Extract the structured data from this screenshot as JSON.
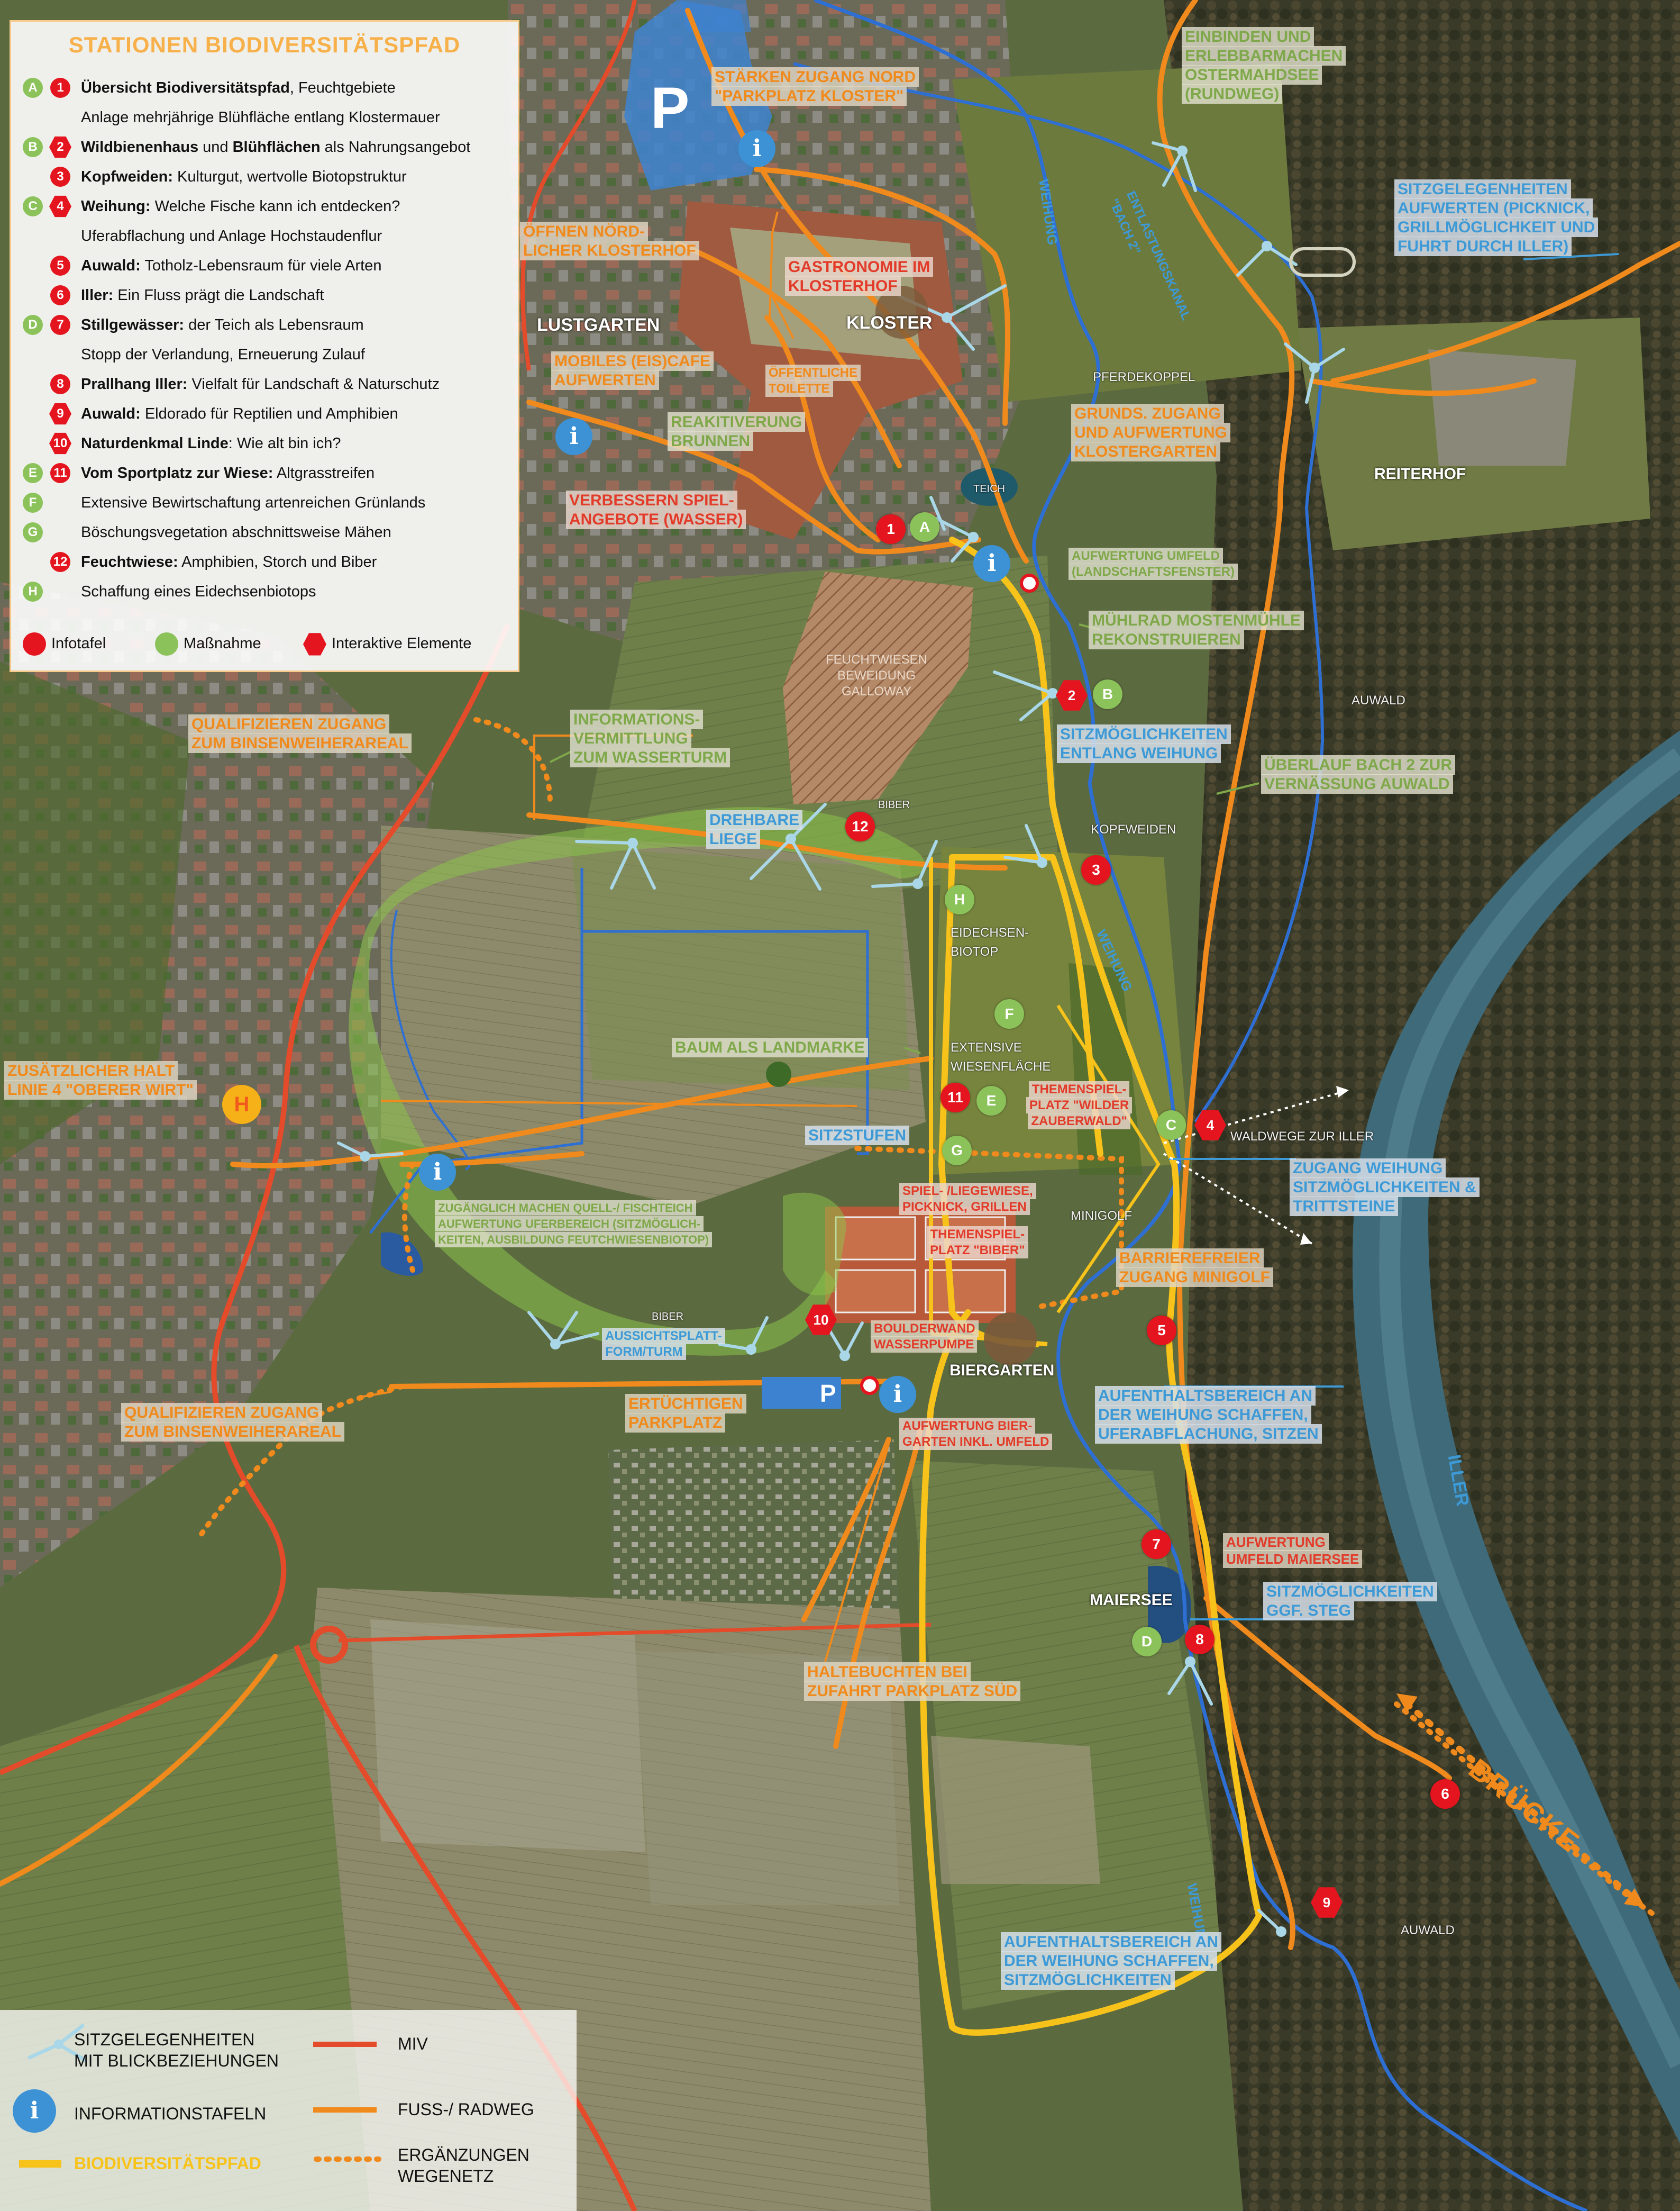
{
  "legend": {
    "title": "STATIONEN BIODIVERSITÄTSPFAD",
    "stations": [
      {
        "green": "A",
        "red": "1",
        "bold": "Übersicht Biodiversitätspfad",
        "text": ", Feuchtgebiete"
      },
      {
        "green": "",
        "red": "",
        "bold": "",
        "text": "Anlage mehrjährige Blühfläche entlang Klostermauer"
      },
      {
        "green": "B",
        "red": "2",
        "hex": true,
        "bold": "Wildbienenhaus",
        "text": " und ",
        "bold2": "Blühflächen",
        "text2": " als Nahrungsangebot"
      },
      {
        "green": "",
        "red": "3",
        "bold": "Kopfweiden:",
        "text": " Kulturgut, wertvolle Biotopstruktur"
      },
      {
        "green": "C",
        "red": "4",
        "hex": true,
        "bold": "Weihung:",
        "text": " Welche Fische kann ich entdecken?"
      },
      {
        "green": "",
        "red": "",
        "bold": "",
        "text": "Uferabflachung und Anlage Hochstaudenflur"
      },
      {
        "green": "",
        "red": "5",
        "bold": "Auwald:",
        "text": " Totholz-Lebensraum für viele Arten"
      },
      {
        "green": "",
        "red": "6",
        "bold": "Iller:",
        "text": " Ein Fluss prägt die Landschaft"
      },
      {
        "green": "D",
        "red": "7",
        "bold": "Stillgewässer:",
        "text": " der Teich als Lebensraum"
      },
      {
        "green": "",
        "red": "",
        "bold": "",
        "text": "Stopp der Verlandung, Erneuerung Zulauf"
      },
      {
        "green": "",
        "red": "8",
        "bold": "Prallhang Iller:",
        "text": " Vielfalt für Landschaft & Naturschutz"
      },
      {
        "green": "",
        "red": "9",
        "hex": true,
        "bold": "Auwald:",
        "text": " Eldorado für Reptilien und Amphibien"
      },
      {
        "green": "",
        "red": "10",
        "hex": true,
        "bold": "Naturdenkmal Linde",
        "text": ": Wie alt bin ich?"
      },
      {
        "green": "E",
        "red": "11",
        "bold": "Vom Sportplatz zur Wiese:",
        "text": " Altgrasstreifen"
      },
      {
        "green": "F",
        "red": "",
        "bold": "",
        "text": "Extensive Bewirtschaftung artenreichen Grünlands"
      },
      {
        "green": "G",
        "red": "",
        "bold": "",
        "text": "Böschungsvegetation abschnittsweise Mähen"
      },
      {
        "green": "",
        "red": "12",
        "bold": "Feuchtwiese:",
        "text": " Amphibien, Storch und Biber"
      },
      {
        "green": "H",
        "red": "",
        "bold": "",
        "text": "Schaffung eines Eidechsenbiotops"
      }
    ],
    "key": {
      "infotafel": "Infotafel",
      "massnahme": "Maßnahme",
      "interaktiv": "Interaktive Elemente"
    }
  },
  "bottom_legend": {
    "sitz": "SITZGELEGENHEITEN\nMIT BLICKBEZIEHUNGEN",
    "info": "INFORMATIONSTAFELN",
    "pfad": "BIODIVERSITÄTSPFAD",
    "miv": "MIV",
    "fuss": "FUSS-/ RADWEG",
    "erg": "ERGÄNZUNGEN\nWEGENETZ"
  },
  "labels": {
    "staerken": "STÄRKEN ZUGANG NORD\n\"PARKPLATZ KLOSTER\"",
    "oeffnen": "ÖFFNEN NÖRD-\nLICHER KLOSTERHOF",
    "gastro": "GASTRONOMIE IM\nKLOSTERHOF",
    "kloster": "KLOSTER",
    "lustgarten": "LUSTGARTEN",
    "mobiles": "MOBILES (EIS)CAFE\nAUFWERTEN",
    "toilette": "ÖFFENTLICHE\nTOILETTE",
    "reaktiv": "REAKITIVERUNG\nBRUNNEN",
    "verbessern": "VERBESSERN SPIEL-\nANGEBOTE (WASSER)",
    "teich": "TEICH",
    "grunds": "GRUNDS. ZUGANG\nUND AUFWERTUNG\nKLOSTERGARTEN",
    "pferde": "PFERDEKOPPEL",
    "reiterhof": "REITERHOF",
    "einbinden": "EINBINDEN UND\nERLEBBARMACHEN\nOSTERMAHDSEE\n(RUNDWEG)",
    "sitzgel": "SITZGELEGENHEITEN\nAUFWERTEN (PICKNICK,\nGRILLMÖGLICHKEIT UND\nFUHRT DURCH ILLER)",
    "entl": "ENTLASTUNGSKANAL\n\"BACH 2\"",
    "weihung1": "WEIHUNG",
    "weihung2": "WEIHUNG",
    "weihung3": "WEIHUNG",
    "aufw_umfeld": "AUFWERTUNG UMFELD\n(LANDSCHAFTSFENSTER)",
    "muehlrad": "MÜHLRAD MOSTENMÜHLE\nREKONSTRUIEREN",
    "feuchtwiesen": "FEUCHTWIESEN\nBEWEIDUNG\nGALLOWAY",
    "sitzm_weihung": "SITZMÖGLICHKEITEN\nENTLANG WEIHUNG",
    "auwald1": "AUWALD",
    "ueberlauf": "ÜBERLAUF BACH 2 ZUR\nVERNÄSSUNG AUWALD",
    "kopfweiden": "KOPFWEIDEN",
    "qual1": "QUALIFIZIEREN ZUGANG\nZUM BINSENWEIHERAREAL",
    "infoverm": "INFORMATIONS-\nVERMITTLUNG\nZUM WASSERTURM",
    "drehbare": "DREHBARE\nLIEGE",
    "biber1": "BIBER",
    "eidechsen": "EIDECHSEN-\nBIOTOP",
    "extensive": "EXTENSIVE\nWIESENFLÄCHE",
    "baum": "BAUM ALS LANDMARKE",
    "zusaetzlich": "ZUSÄTZLICHER HALT\nLINIE 4 \"OBERER WIRT\"",
    "sitzstufen": "SITZSTUFEN",
    "themen1": "THEMENSPIEL-\nPLATZ \"WILDER\nZAUBERWALD\"",
    "waldwege": "WALDWEGE ZUR ILLER",
    "zugang_weihung": "ZUGANG WEIHUNG\nSITZMÖGLICHKEITEN &\nTRITTSTEINE",
    "zugaenglich": "ZUGÄNGLICH MACHEN QUELL-/ FISCHTEICH\nAUFWERTUNG UFERBEREICH (SITZMÖGLICH-\nKEITEN, AUSBILDUNG FEUTCHWIESENBIOTOP)",
    "spiel": "SPIEL- /LIEGEWIESE,\nPICKNICK, GRILLEN",
    "minigolf": "MINIGOLF",
    "themen2": "THEMENSPIEL-\nPLATZ \"BIBER\"",
    "barriere": "BARRIEREFREIER\nZUGANG MINIGOLF",
    "biber2": "BIBER",
    "aussicht": "AUSSICHTSPLATT-\nFORM/TURM",
    "boulder": "BOULDERWAND\nWASSERPUMPE",
    "biergarten": "BIERGARTEN",
    "aufenthalt1": "AUFENTHALTSBEREICH AN\nDER WEIHUNG SCHAFFEN,\nUFERABFLACHUNG, SITZEN",
    "qual2": "QUALIFIZIEREN ZUGANG\nZUM BINSENWEIHERAREAL",
    "ertuechtigen": "ERTÜCHTIGEN\nPARKPLATZ",
    "aufw_bier": "AUFWERTUNG BIER-\nGARTEN INKL. UMFELD",
    "iller": "ILLER",
    "aufw_maier": "AUFWERTUNG\nUMFELD MAIERSEE",
    "maiersee": "MAIERSEE",
    "sitzm_steg": "SITZMÖGLICHKEITEN\nggf. STEG",
    "halte": "HALTEBUCHTEN BEI\nZUFAHRT PARKPLATZ SÜD",
    "bruecke": "BRÜCKE",
    "aufenthalt2": "AUFENTHALTSBEREICH AN\nDER WEIHUNG SCHAFFEN,\nSITZMÖGLICHKEITEN",
    "auwald2": "AUWALD"
  },
  "markers": {
    "red": [
      "1",
      "2",
      "3",
      "4",
      "5",
      "6",
      "7",
      "8",
      "9",
      "10",
      "11",
      "12"
    ],
    "green": [
      "A",
      "B",
      "C",
      "D",
      "E",
      "F",
      "G",
      "H"
    ],
    "parking": "P",
    "info": "i",
    "halt": "H"
  },
  "colors": {
    "orange": "#f08a1c",
    "green": "#8cc25a",
    "blue": "#3d92d6",
    "red": "#e4151f",
    "yellow": "#f7c31a"
  }
}
